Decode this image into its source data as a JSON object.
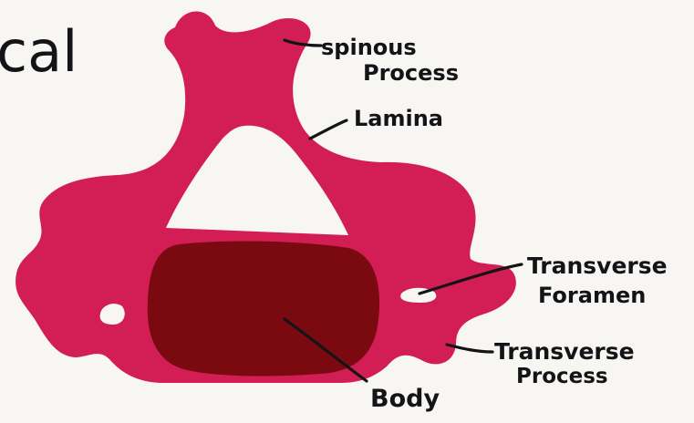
{
  "title_fragment": "cal",
  "colors": {
    "bone": "#d21e55",
    "body": "#7a0a10",
    "paper": "#f7f6f2",
    "ink": "#141418"
  },
  "labels": {
    "spinous_process": [
      "spinous",
      "Process"
    ],
    "lamina": "Lamina",
    "transverse_foramen": [
      "Transverse",
      "Foramen"
    ],
    "transverse_process": [
      "Transverse",
      "Process"
    ],
    "body": "Body"
  }
}
